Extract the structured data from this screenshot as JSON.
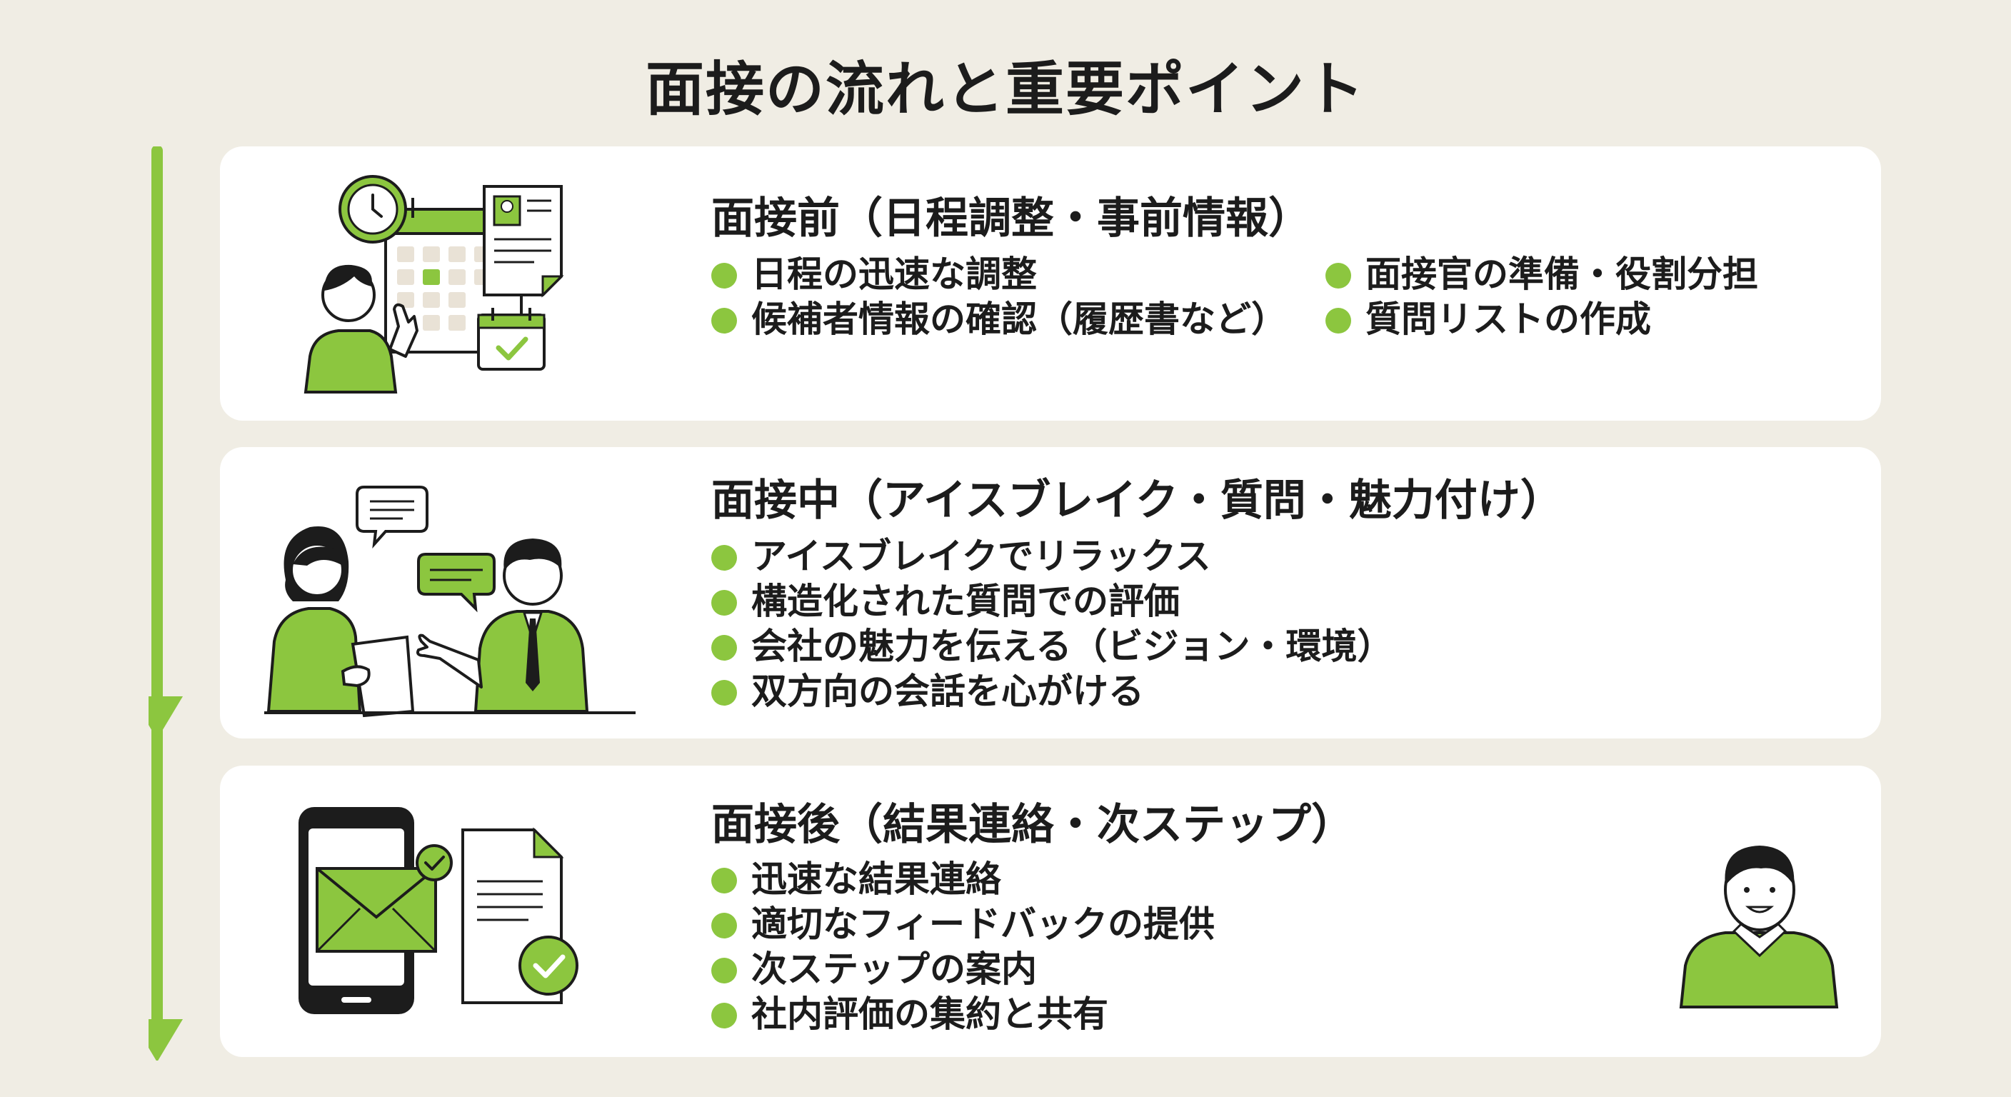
{
  "title": "面接の流れと重要ポイント",
  "colors": {
    "accent": "#8cc63f",
    "background": "#f0ede4",
    "card": "#ffffff",
    "outline": "#1c1c1c"
  },
  "stages": [
    {
      "heading": "面接前（日程調整・事前情報）",
      "illustration": [
        "calendar-icon",
        "clock-icon",
        "resume-icon",
        "checkmark-calendar-icon",
        "person-pointing"
      ],
      "bullets_col1": [
        "日程の迅速な調整",
        "候補者情報の確認（履歴書など）"
      ],
      "bullets_col2": [
        "面接官の準備・役割分担",
        "質問リストの作成"
      ]
    },
    {
      "heading": "面接中（アイスブレイク・質問・魅力付け）",
      "illustration": [
        "interviewee-woman",
        "interviewer-man",
        "speech-bubble-icon",
        "speech-bubble-icon"
      ],
      "bullets": [
        "アイスブレイクでリラックス",
        "構造化された質問での評価",
        "会社の魅力を伝える（ビジョン・環境）",
        "双方向の会話を心がける"
      ]
    },
    {
      "heading": "面接後（結果連絡・次ステップ）",
      "illustration": [
        "smartphone-icon",
        "envelope-icon",
        "document-check-icon",
        "smiling-man"
      ],
      "bullets": [
        "迅速な結果連絡",
        "適切なフィードバックの提供",
        "次ステップの案内",
        "社内評価の集約と共有"
      ]
    }
  ]
}
